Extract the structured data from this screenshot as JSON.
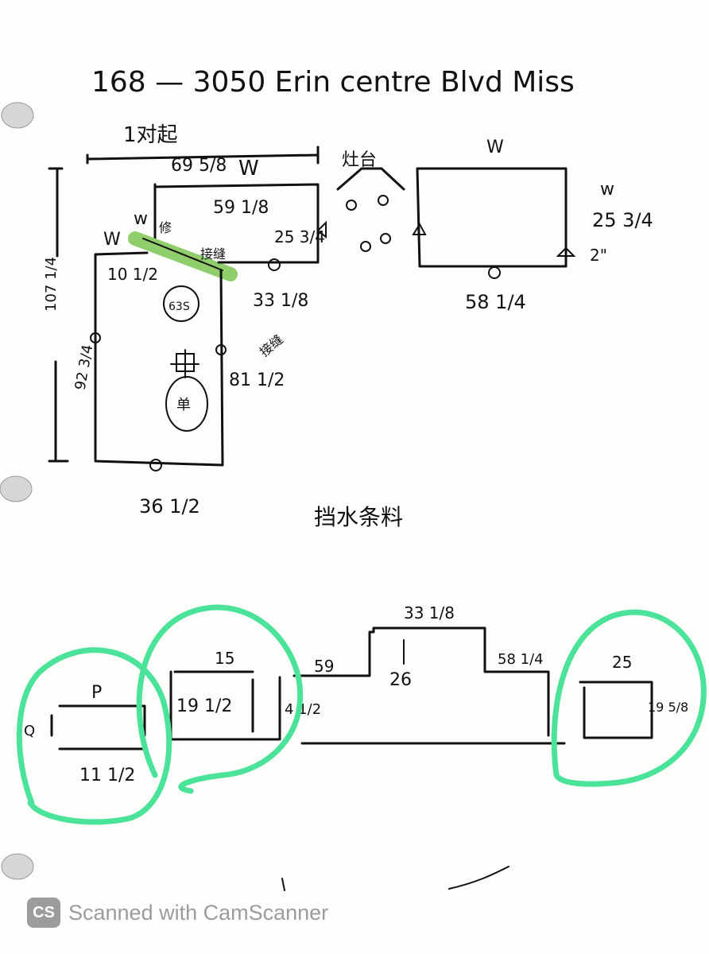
{
  "title": "168 — 3050 Erin centre Blvd Miss",
  "labels": {
    "top_width": "69 5/8",
    "top_width_cn": "1对起",
    "w1": "W",
    "w2": "w",
    "w3": "W",
    "w4": "W",
    "w5": "w",
    "back_left": "59 1/8",
    "back_depth": "25 3/4",
    "corner_cn": "修",
    "corner_cn2": "接缝",
    "gap_left": "10 1/2",
    "side_left": "107 1/4",
    "inner_left": "92 3/4",
    "right_gap": "33 1/8",
    "right_side": "81 1/2",
    "right_side_note": "接缝",
    "sink_label": "63S",
    "sink_label2": "单",
    "bottom_width": "36 1/2",
    "cooktop_label": "灶台",
    "island_width": "58 1/4",
    "island_depth": "25 3/4",
    "island_2in": "2\"",
    "backsplash_title": "挡水条料",
    "bs_p": "P",
    "bs_11": "11 1/2",
    "bs_q": "Q",
    "bs_15": "15",
    "bs_19": "19 1/2",
    "bs_59": "59",
    "bs_4": "4 1/2",
    "bs_33": "33 1/8",
    "bs_26": "26",
    "bs_58": "58 1/4",
    "bs_25": "25",
    "bs_19b": "19 5/8"
  },
  "colors": {
    "ink": "#111111",
    "highlight_green": "#4be39a",
    "highlight_bar": "#8fce6a",
    "watermark": "#9c9c9c"
  },
  "watermark": {
    "logo": "CS",
    "text": "Scanned with CamScanner"
  },
  "icons": [
    "cooktop-icon",
    "sink-icon",
    "binder-hole-icon"
  ]
}
